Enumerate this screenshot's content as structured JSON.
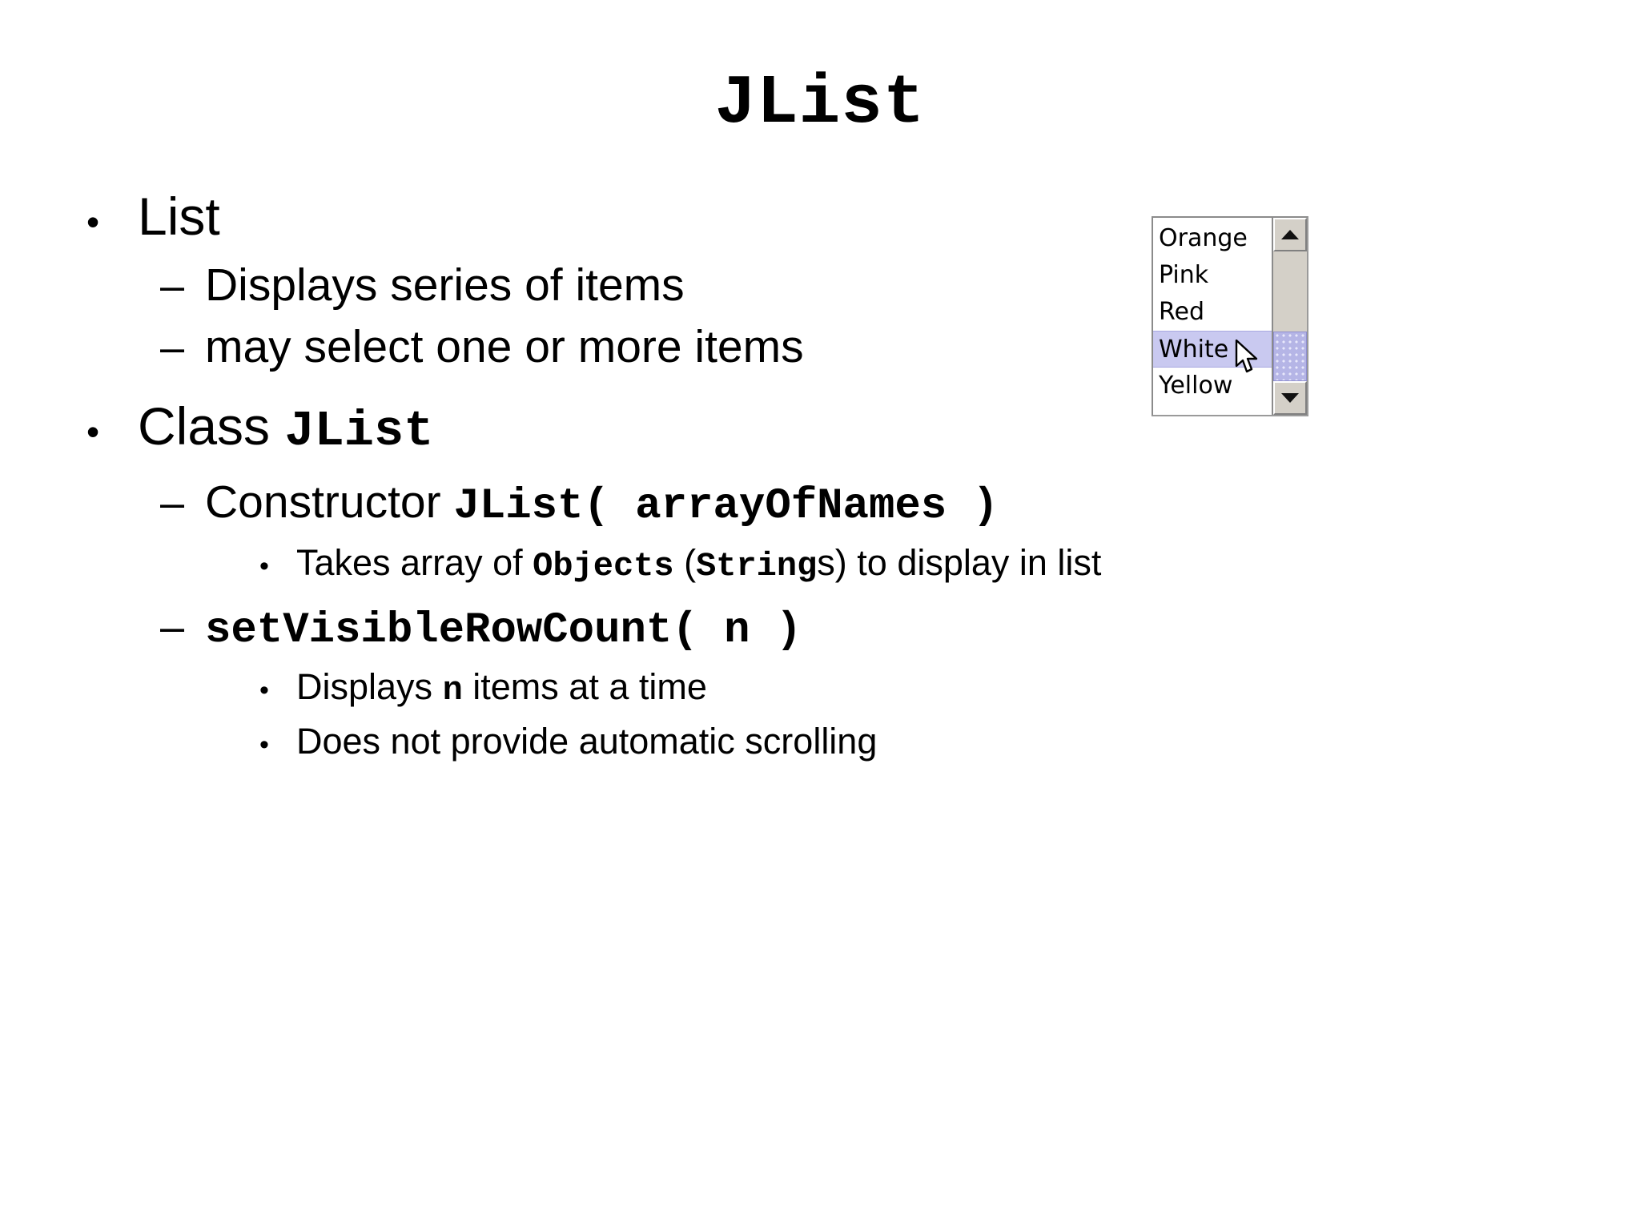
{
  "slide": {
    "title": "JList",
    "background_color": "#ffffff",
    "text_color": "#000000"
  },
  "outline": [
    {
      "level": 1,
      "marker": "•",
      "runs": [
        {
          "text": "List",
          "style": "normal"
        }
      ]
    },
    {
      "level": 2,
      "marker": "–",
      "runs": [
        {
          "text": "Displays series of items",
          "style": "normal"
        }
      ]
    },
    {
      "level": 2,
      "marker": "–",
      "runs": [
        {
          "text": "may select one or more items",
          "style": "normal"
        }
      ]
    },
    {
      "level": 1,
      "marker": "•",
      "runs": [
        {
          "text": "Class ",
          "style": "normal"
        },
        {
          "text": "JList",
          "style": "mono"
        }
      ]
    },
    {
      "level": 2,
      "marker": "–",
      "runs": [
        {
          "text": "Constructor ",
          "style": "normal"
        },
        {
          "text": "JList( arrayOfNames )",
          "style": "mono"
        }
      ]
    },
    {
      "level": 3,
      "marker": "•",
      "runs": [
        {
          "text": "Takes array of ",
          "style": "normal"
        },
        {
          "text": "Objects",
          "style": "mono"
        },
        {
          "text": " (",
          "style": "normal"
        },
        {
          "text": "String",
          "style": "mono"
        },
        {
          "text": "s) to display in list",
          "style": "normal"
        }
      ]
    },
    {
      "level": 2,
      "marker": "–",
      "runs": [
        {
          "text": "setVisibleRowCount( n )",
          "style": "mono"
        }
      ]
    },
    {
      "level": 3,
      "marker": "•",
      "runs": [
        {
          "text": "Displays ",
          "style": "normal"
        },
        {
          "text": "n",
          "style": "mono"
        },
        {
          "text": " items at a time",
          "style": "normal"
        }
      ]
    },
    {
      "level": 3,
      "marker": "•",
      "runs": [
        {
          "text": "Does not provide automatic scrolling",
          "style": "normal"
        }
      ]
    }
  ],
  "jlist_figure": {
    "caption": "",
    "items": [
      {
        "label": "Orange",
        "selected": false
      },
      {
        "label": "Pink",
        "selected": false
      },
      {
        "label": "Red",
        "selected": false
      },
      {
        "label": "White",
        "selected": true
      },
      {
        "label": "Yellow",
        "selected": false
      }
    ],
    "selected_item": "White",
    "selection_color": "#c9c9f0",
    "scrollbar": {
      "up_arrow": "▲",
      "down_arrow": "▼",
      "thumb_color": "#b5b5e6",
      "track_color": "#d4d0c8",
      "thumb_position": "bottom"
    },
    "cursor": "arrow-pointer"
  }
}
